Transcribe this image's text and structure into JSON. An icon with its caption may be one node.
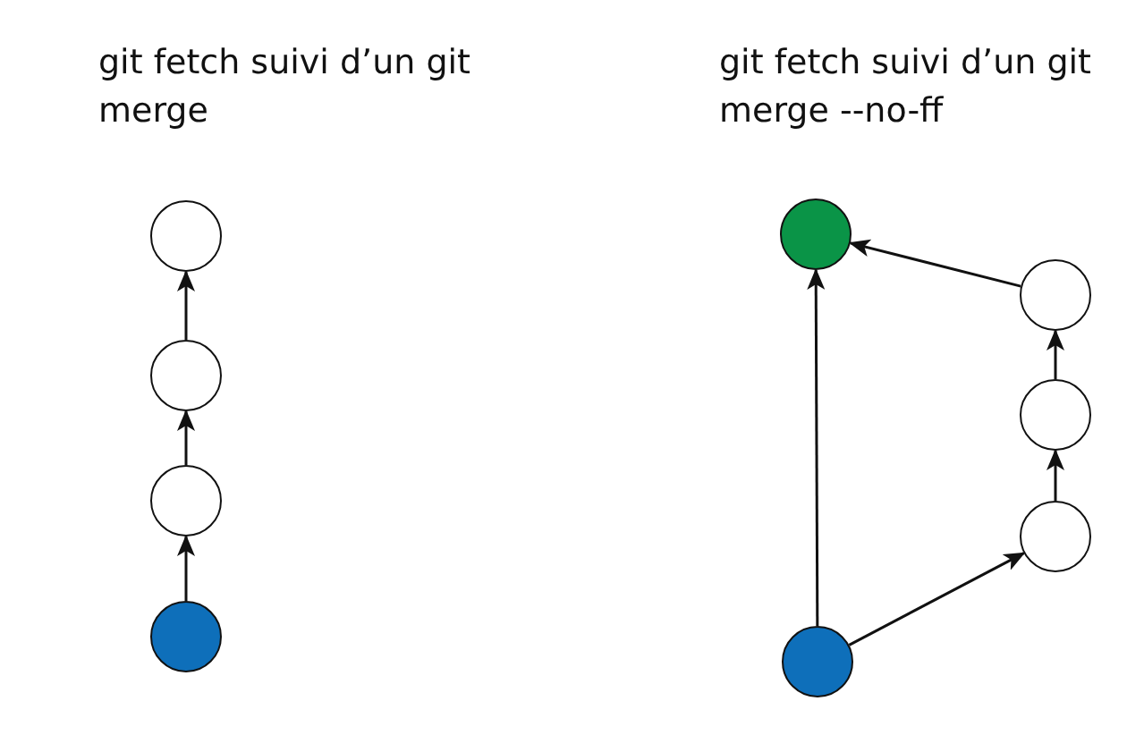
{
  "diagram": {
    "nodes": [
      {
        "text": [],
        "shape": "circle"
      },
      {
        "text": [],
        "shape": "circle"
      },
      {
        "text": [],
        "shape": "circle"
      },
      {
        "text": [],
        "shape": "circle"
      },
      {
        "text": [],
        "shape": "circle"
      },
      {
        "text": [],
        "shape": "circle"
      },
      {
        "text": [],
        "shape": "circle"
      },
      {
        "text": [],
        "shape": "circle"
      },
      {
        "text": [],
        "shape": "circle"
      }
    ],
    "edges": [
      {
        "from": 3,
        "to": 2,
        "arrow": "to"
      },
      {
        "from": 2,
        "to": 1,
        "arrow": "to"
      },
      {
        "from": 1,
        "to": 0,
        "arrow": "to"
      },
      {
        "from": 8,
        "to": 4,
        "arrow": "to"
      },
      {
        "from": 8,
        "to": 7,
        "arrow": "to"
      },
      {
        "from": 7,
        "to": 6,
        "arrow": "to"
      },
      {
        "from": 6,
        "to": 5,
        "arrow": "to"
      },
      {
        "from": 5,
        "to": 4,
        "arrow": "to"
      }
    ],
    "labels": [
      "git fetch suivi d’un git merge",
      "git fetch suivi d’un git merge --no-ff"
    ]
  }
}
